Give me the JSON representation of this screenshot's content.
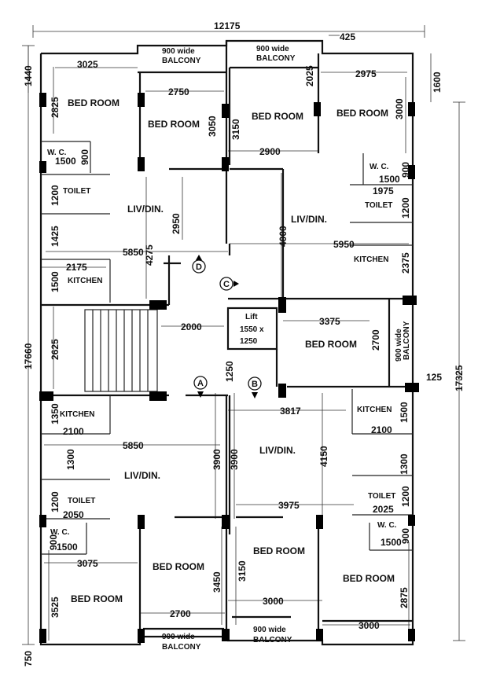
{
  "rooms": {
    "bed_tl": "BED ROOM",
    "bed_tc": "BED ROOM",
    "bed_tm": "BED ROOM",
    "bed_tr": "BED ROOM",
    "balcony_top_left_1": "900 wide",
    "balcony_top_left_2": "BALCONY",
    "balcony_top_right_1": "900 wide",
    "balcony_top_right_2": "BALCONY",
    "wc_tl": "W. C.",
    "toilet_tl": "TOILET",
    "liv_tl": "LIV/DIN.",
    "kitchen_tl": "KITCHEN",
    "wc_tr": "W. C.",
    "toilet_tr": "TOILET",
    "liv_tr": "LIV/DIN.",
    "kitchen_tr": "KITCHEN",
    "lift_1": "Lift",
    "lift_2": "1550 x",
    "lift_3": "1250",
    "bed_mr": "BED ROOM",
    "balcony_mr_1": "900 wide",
    "balcony_mr_2": "BALCONY",
    "kitchen_bl": "KITCHEN",
    "liv_bl": "LIV/DIN.",
    "toilet_bl": "TOILET",
    "wc_bl": "W. C.",
    "bed_bl": "BED ROOM",
    "bed_bc": "BED ROOM",
    "balcony_bot_left_1": "900 wide",
    "balcony_bot_left_2": "BALCONY",
    "kitchen_br": "KITCHEN",
    "liv_br": "LIV/DIN.",
    "toilet_br": "TOILET",
    "wc_br": "W. C.",
    "bed_bm": "BED ROOM",
    "bed_br": "BED ROOM",
    "balcony_bot_right_1": "900 wide",
    "balcony_bot_right_2": "BALCONY"
  },
  "markers": {
    "a": "A",
    "b": "B",
    "c": "C",
    "d": "D"
  },
  "dims": {
    "overall_width": "12175",
    "top_425": "425",
    "top_1440": "1440",
    "top_1600": "1600",
    "d3025": "3025",
    "d2825": "2825",
    "d2750": "2750",
    "d3050": "3050",
    "d3150_top": "3150",
    "d2025": "2025",
    "d2975": "2975",
    "d3000_tr": "3000",
    "d2900": "2900",
    "wc1500_tl": "1500",
    "wc900_tl": "900",
    "d1200_tl": "1200",
    "d2950": "2950",
    "d4275": "4275",
    "d1425": "1425",
    "d5850_top": "5850",
    "d2175": "2175",
    "d1500_kit": "1500",
    "d4000": "4000",
    "d5950": "5950",
    "wc900_tr": "900",
    "wc1500_tr": "1500",
    "d1975": "1975",
    "d1200_tr": "1200",
    "d2375": "2375",
    "d17660": "17660",
    "d17325": "17325",
    "d2625": "2625",
    "d2000": "2000",
    "d3375": "3375",
    "d2700_mr": "2700",
    "d125": "125",
    "d1250": "1250",
    "d1350": "1350",
    "d2100_bl": "2100",
    "d3817": "3817",
    "d1500_br": "1500",
    "d2100_br": "2100",
    "d5850_bot": "5850",
    "d3900_l": "3900",
    "d3900_r": "3900",
    "d4150": "4150",
    "d1300_bl": "1300",
    "d1300_br": "1300",
    "d1200_bl": "1200",
    "d2050": "2050",
    "d3975": "3975",
    "d1200_br": "1200",
    "d2025_br": "2025",
    "wc900_bl": "900",
    "wc1500_bl": "1500",
    "wc900_br": "900",
    "wc1500_br": "1500",
    "d3075": "3075",
    "d3450": "3450",
    "d3150_bot": "3150",
    "d3525": "3525",
    "d2875": "2875",
    "d2700_bot": "2700",
    "d3000_bot_c": "3000",
    "d3000_bot_r": "3000",
    "d750": "750"
  }
}
